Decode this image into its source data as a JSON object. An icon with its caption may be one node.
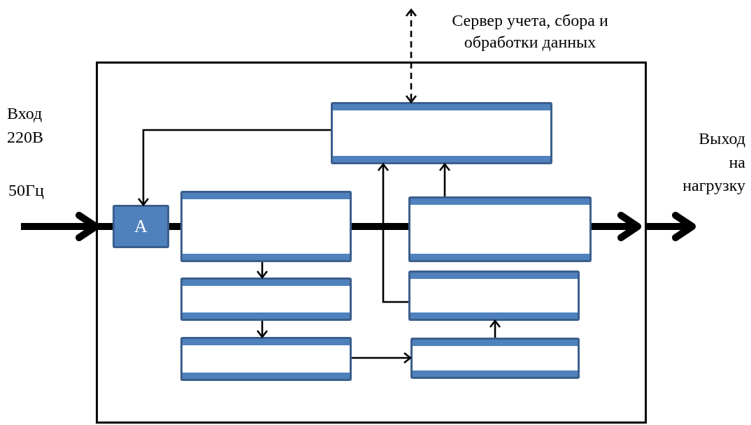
{
  "diagram": {
    "nodes": [
      {
        "text": [],
        "shape": "box"
      },
      {
        "text": [
          "Сервер учета, сбора и обработки данных"
        ]
      },
      {
        "text": [],
        "shape": "box",
        "in": 0
      },
      {
        "text": [
          "А"
        ],
        "in": 0
      },
      {
        "text": [],
        "shape": "box",
        "in": 0
      },
      {
        "text": [],
        "shape": "box",
        "in": 0
      },
      {
        "text": [],
        "shape": "box",
        "in": 0
      },
      {
        "text": [],
        "shape": "box",
        "in": 0
      },
      {
        "text": [],
        "shape": "box",
        "in": 0
      },
      {
        "text": [],
        "shape": "box",
        "in": 0
      }
    ],
    "edges": [
      {
        "from": 1,
        "to": 2,
        "arrow": "both",
        "style": "dashed"
      },
      {
        "from": 2,
        "to": 3,
        "arrow": "to"
      },
      {
        "from": 0,
        "to": 3,
        "arrow": "none",
        "style": "thick"
      },
      {
        "from": 3,
        "to": 4,
        "arrow": "none",
        "style": "thick"
      },
      {
        "from": 4,
        "to": 7,
        "arrow": "none",
        "style": "thick"
      },
      {
        "from": 4,
        "to": 5,
        "arrow": "to"
      },
      {
        "from": 5,
        "to": 6,
        "arrow": "to"
      },
      {
        "from": 6,
        "to": 9,
        "arrow": "to"
      },
      {
        "from": 9,
        "to": 8,
        "arrow": "to"
      },
      {
        "from": 8,
        "to": 2,
        "arrow": "to"
      },
      {
        "from": 7,
        "to": 2,
        "arrow": "to"
      },
      {
        "from": null,
        "to": 0,
        "arrow": "to",
        "style": "thick"
      },
      {
        "from": 7,
        "to": null,
        "arrow": "to",
        "style": "thick"
      },
      {
        "from": 0,
        "to": null,
        "arrow": "to",
        "style": "thick"
      }
    ],
    "labels": [
      "Вход 220В",
      "50Гц",
      "Выход на нагрузку"
    ]
  }
}
